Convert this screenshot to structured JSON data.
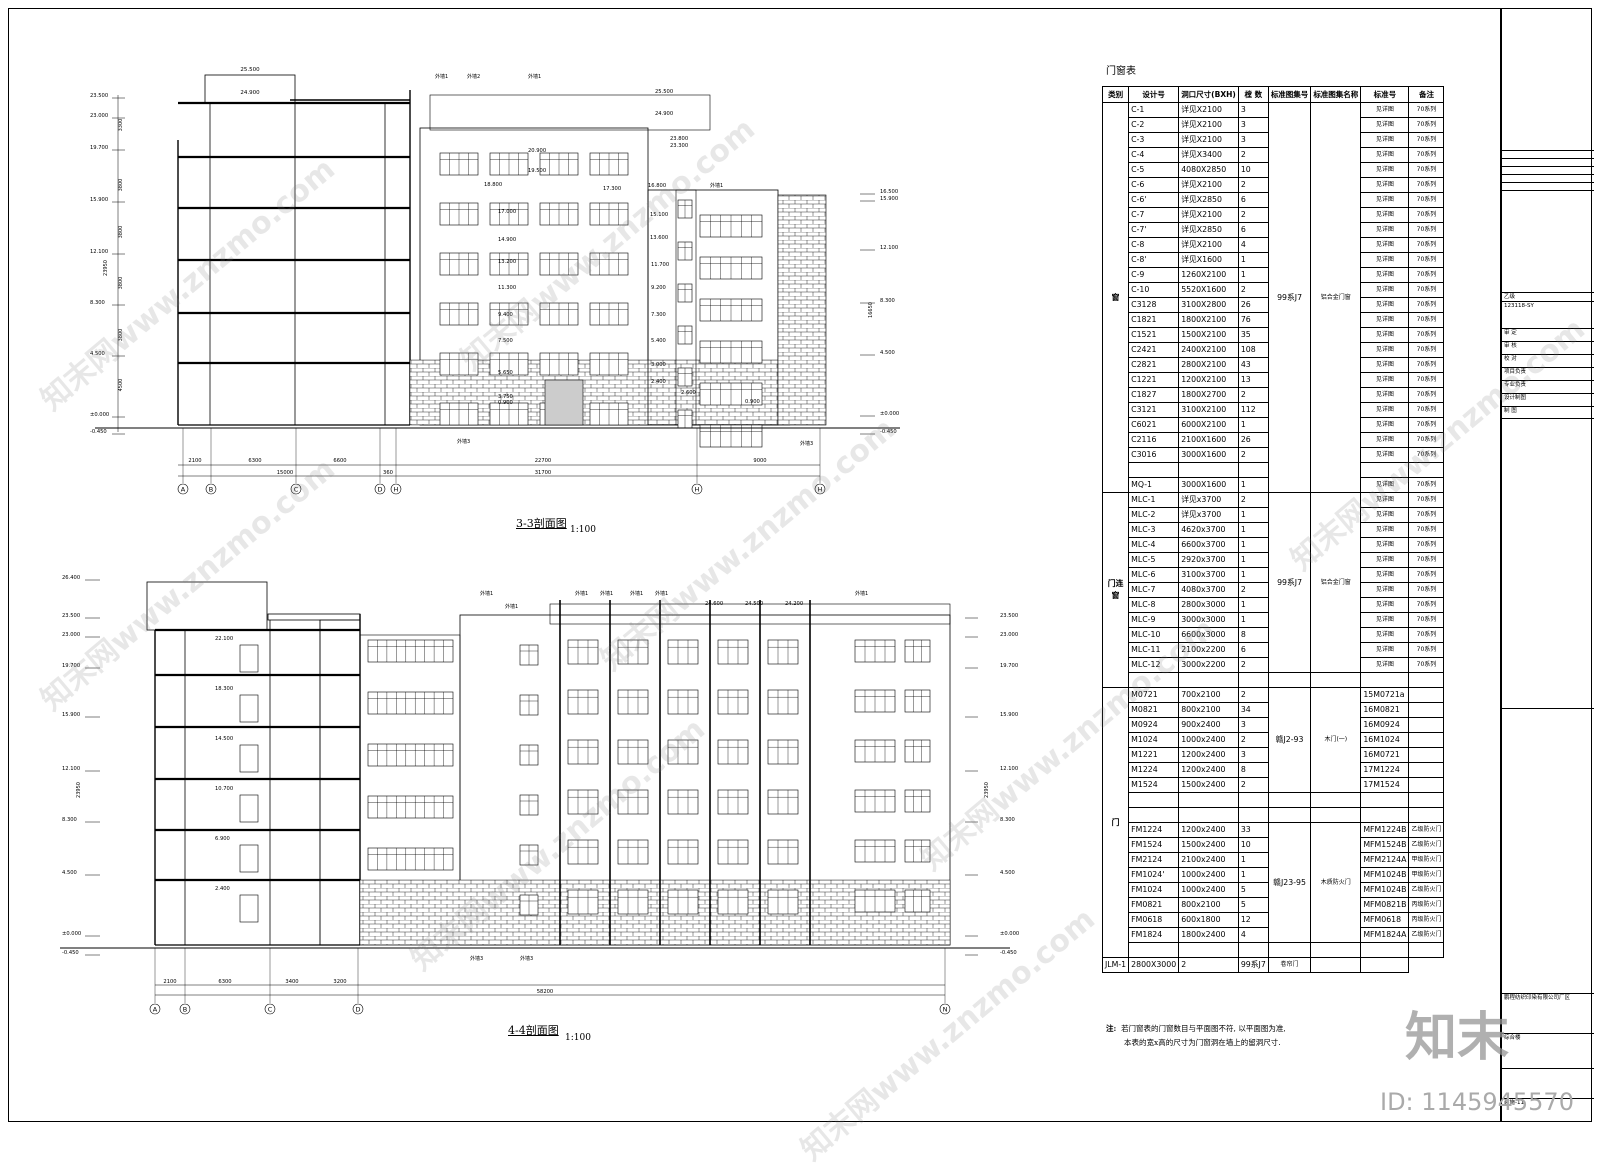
{
  "section33": {
    "title": "3-3剖面图",
    "scale": "1:100"
  },
  "section44": {
    "title": "4-4剖面图",
    "scale": "1:100"
  },
  "elev33": [
    "23.500",
    "23.000",
    "19.700",
    "15.900",
    "12.100",
    "8.300",
    "4.500",
    "±0.000",
    "-0.450"
  ],
  "elev33_right": [
    "16.500",
    "15.900",
    "12.100",
    "8.300",
    "4.500",
    "±0.000",
    "-0.450"
  ],
  "elev33_top": [
    "25.500",
    "24.900",
    "23.800",
    "23.300",
    "20.900",
    "19.500",
    "18.800",
    "17.300",
    "16.800",
    "17.000",
    "15.100",
    "14.900",
    "13.600",
    "13.200",
    "11.700",
    "11.300",
    "9.200",
    "9.400",
    "7.300",
    "7.500",
    "5.400",
    "5.650",
    "3.000",
    "3.750",
    "2.400",
    "0.900",
    "2.600",
    "0.900"
  ],
  "axes33": [
    "A",
    "B",
    "C",
    "D",
    "H",
    "H",
    "H"
  ],
  "dims33": [
    "2100",
    "6300",
    "6600",
    "360",
    "22700",
    "9000",
    "15000",
    "31700"
  ],
  "elev44": [
    "26.400",
    "23.500",
    "23.000",
    "19.700",
    "15.900",
    "12.100",
    "8.300",
    "4.500",
    "±0.000",
    "-0.450"
  ],
  "elev44_right": [
    "23.500",
    "23.000",
    "19.700",
    "15.900",
    "12.100",
    "8.300",
    "4.500",
    "±0.000",
    "-0.450"
  ],
  "axes44": [
    "A",
    "B",
    "C",
    "D",
    "N"
  ],
  "dims44": [
    "2100",
    "6300",
    "3400",
    "3200",
    "58200"
  ],
  "vlabels": [
    "3300",
    "3800",
    "3800",
    "3800",
    "3800",
    "4500",
    "23950",
    "16650"
  ],
  "tags": [
    "外墙1",
    "外墙2",
    "外墙3"
  ],
  "table": {
    "title": "门窗表",
    "headers": [
      "类别",
      "设计号",
      "洞口尺寸(BXH)",
      "樘 数",
      "标准图集号",
      "标准图集名称",
      "标准号",
      "备注"
    ],
    "window_cat": "窗",
    "window_std": "99系J7",
    "window_std_name": "铝合金门窗",
    "windows": [
      [
        "C-1",
        "详见X2100",
        "3"
      ],
      [
        "C-2",
        "详见X2100",
        "3"
      ],
      [
        "C-3",
        "详见X2100",
        "3"
      ],
      [
        "C-4",
        "详见X3400",
        "2"
      ],
      [
        "C-5",
        "4080X2850",
        "10"
      ],
      [
        "C-6",
        "详见X2100",
        "2"
      ],
      [
        "C-6'",
        "详见X2850",
        "6"
      ],
      [
        "C-7",
        "详见X2100",
        "2"
      ],
      [
        "C-7'",
        "详见X2850",
        "6"
      ],
      [
        "C-8",
        "详见X2100",
        "4"
      ],
      [
        "C-8'",
        "详见X1600",
        "1"
      ],
      [
        "C-9",
        "1260X2100",
        "1"
      ],
      [
        "C-10",
        "5520X1600",
        "2"
      ],
      [
        "C3128",
        "3100X2800",
        "26"
      ],
      [
        "C1821",
        "1800X2100",
        "76"
      ],
      [
        "C1521",
        "1500X2100",
        "35"
      ],
      [
        "C2421",
        "2400X2100",
        "108"
      ],
      [
        "C2821",
        "2800X2100",
        "43"
      ],
      [
        "C1221",
        "1200X2100",
        "13"
      ],
      [
        "C1827",
        "1800X2700",
        "2"
      ],
      [
        "C3121",
        "3100X2100",
        "112"
      ],
      [
        "C6021",
        "6000X2100",
        "1"
      ],
      [
        "C2116",
        "2100X1600",
        "26"
      ],
      [
        "C3016",
        "3000X1600",
        "2"
      ]
    ],
    "mq": [
      "MQ-1",
      "3000X1600",
      "1"
    ],
    "std_ref": "见详图",
    "series": "70系列",
    "mlc_cat": "门连窗",
    "mlc": [
      [
        "MLC-1",
        "详见x3700",
        "2"
      ],
      [
        "MLC-2",
        "详见x3700",
        "1"
      ],
      [
        "MLC-3",
        "4620x3700",
        "1"
      ],
      [
        "MLC-4",
        "6600x3700",
        "1"
      ],
      [
        "MLC-5",
        "2920x3700",
        "1"
      ],
      [
        "MLC-6",
        "3100x3700",
        "1"
      ],
      [
        "MLC-7",
        "4080x3700",
        "2"
      ],
      [
        "MLC-8",
        "2800x3000",
        "1"
      ],
      [
        "MLC-9",
        "3000x3000",
        "1"
      ],
      [
        "MLC-10",
        "6600x3000",
        "8"
      ],
      [
        "MLC-11",
        "2100x2200",
        "6"
      ],
      [
        "MLC-12",
        "3000x2200",
        "2"
      ]
    ],
    "door_cat": "门",
    "door_std": "赣J2-93",
    "door_std_name": "木门(一)",
    "doors": [
      [
        "M0721",
        "700x2100",
        "2",
        "15M0721a"
      ],
      [
        "M0821",
        "800x2100",
        "34",
        "16M0821"
      ],
      [
        "M0924",
        "900x2400",
        "3",
        "16M0924"
      ],
      [
        "M1024",
        "1000x2400",
        "2",
        "16M1024"
      ],
      [
        "M1221",
        "1200x2400",
        "3",
        "16M0721"
      ],
      [
        "M1224",
        "1200x2400",
        "8",
        "17M1224"
      ],
      [
        "M1524",
        "1500x2400",
        "2",
        "17M1524"
      ]
    ],
    "fire_std": "赣J23-95",
    "fire_std_name": "木质防火门",
    "fire_doors": [
      [
        "FM1224",
        "1200x2400",
        "33",
        "MFM1224B",
        "乙级防火门"
      ],
      [
        "FM1524",
        "1500x2400",
        "10",
        "MFM1524B",
        "乙级防火门"
      ],
      [
        "FM2124",
        "2100x2400",
        "1",
        "MFM2124A",
        "甲级防火门"
      ],
      [
        "FM1024'",
        "1000x2400",
        "1",
        "MFM1024B",
        "甲级防火门"
      ],
      [
        "FM1024",
        "1000x2400",
        "5",
        "MFM1024B",
        "乙级防火门"
      ],
      [
        "FM0821",
        "800x2100",
        "5",
        "MFM0821B",
        "丙级防火门"
      ],
      [
        "FM0618",
        "600x1800",
        "12",
        "MFM0618",
        "丙级防火门"
      ],
      [
        "FM1824",
        "1800x2400",
        "4",
        "MFM1824A",
        "乙级防火门"
      ]
    ],
    "jlm": [
      "JLM-1",
      "2800X3000",
      "2",
      "99系J7",
      "卷帘门"
    ]
  },
  "notes": {
    "label": "注:",
    "line1": "若门窗表的门窗数目与平面图不符, 以平面图为准,",
    "line2": "本表的宽x高的尺寸为门窗洞在墙上的留洞尺寸."
  },
  "titleblock": {
    "company": "乙级",
    "code": "123118-SY",
    "rows": [
      "审 定",
      "审 核",
      "校 对",
      "项目负责",
      "专业负责",
      "设计制图",
      "制 图"
    ],
    "project": "鹏程纺织印染有限公司厂区",
    "drawing": "综合楼",
    "drawing_no": "建施-11"
  },
  "watermark": "知末网www.znzmo.com",
  "logo": "知末",
  "id_text": "ID: 1145945570"
}
